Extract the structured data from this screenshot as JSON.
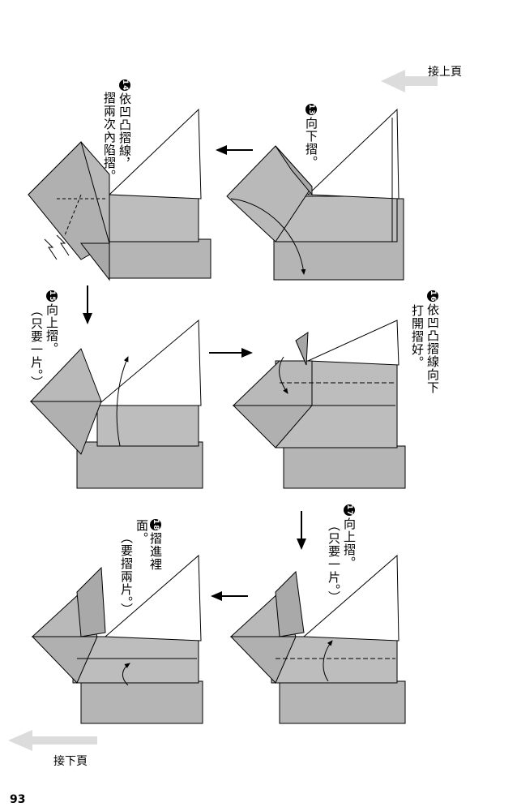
{
  "nav": {
    "prev_label": "接上頁",
    "next_label": "接下頁"
  },
  "page_number": "93",
  "steps": {
    "s13": {
      "num": "13",
      "text": "向下摺。"
    },
    "s14": {
      "num": "14",
      "text1": "依凹凸摺線，",
      "text2": "摺兩次內陷摺。"
    },
    "s15": {
      "num": "15",
      "text1": "向上摺。",
      "text2": "（只要一片。）"
    },
    "s16": {
      "num": "16",
      "text1": "依凹凸摺線向下",
      "text2": "打開摺好。"
    },
    "s17": {
      "num": "17",
      "text1": "向上摺。",
      "text2": "（只要一片。）"
    },
    "s18": {
      "num": "18",
      "text1": "摺進裡面。",
      "text2": "（要摺兩片。）"
    }
  },
  "colors": {
    "paper_gray": "#b9b9b9",
    "paper_dark": "#a8a8a8",
    "line": "#000000",
    "nav_arrow": "#dddddd"
  }
}
